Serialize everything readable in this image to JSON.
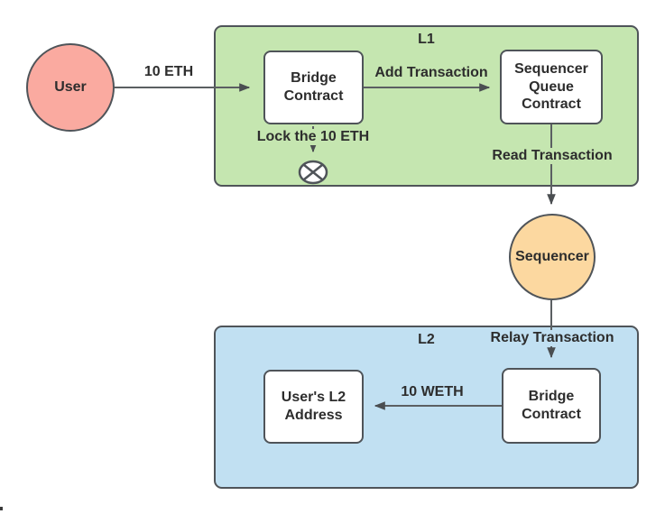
{
  "colors": {
    "l1_fill": "#C5E6B0",
    "l2_fill": "#C1E0F2",
    "user_fill": "#FAAAA0",
    "sequencer_fill": "#FCD8A0",
    "node_fill": "#FFFFFF",
    "shape_stroke": "#4F5459",
    "line_stroke": "#5B5F62",
    "text": "#2D2D2D"
  },
  "containers": {
    "l1": {
      "label": "L1"
    },
    "l2": {
      "label": "L2"
    }
  },
  "nodes": {
    "user": {
      "label": "User"
    },
    "l1_bridge_contract": {
      "label": "Bridge\nContract"
    },
    "sequencer_queue_contract": {
      "label": "Sequencer\nQueue\nContract"
    },
    "sequencer": {
      "label": "Sequencer"
    },
    "l2_bridge_contract": {
      "label": "Bridge\nContract"
    },
    "user_l2_address": {
      "label": "User's L2\nAddress"
    }
  },
  "edges": {
    "user_to_l1_bridge": {
      "label": "10 ETH"
    },
    "l1_bridge_to_queue": {
      "label": "Add Transaction"
    },
    "l1_bridge_lock": {
      "label": "Lock the 10 ETH"
    },
    "queue_to_sequencer": {
      "label": "Read Transaction"
    },
    "sequencer_to_l2_bridge": {
      "label": "Relay Transaction"
    },
    "l2_bridge_to_user_address": {
      "label": "10 WETH"
    }
  }
}
